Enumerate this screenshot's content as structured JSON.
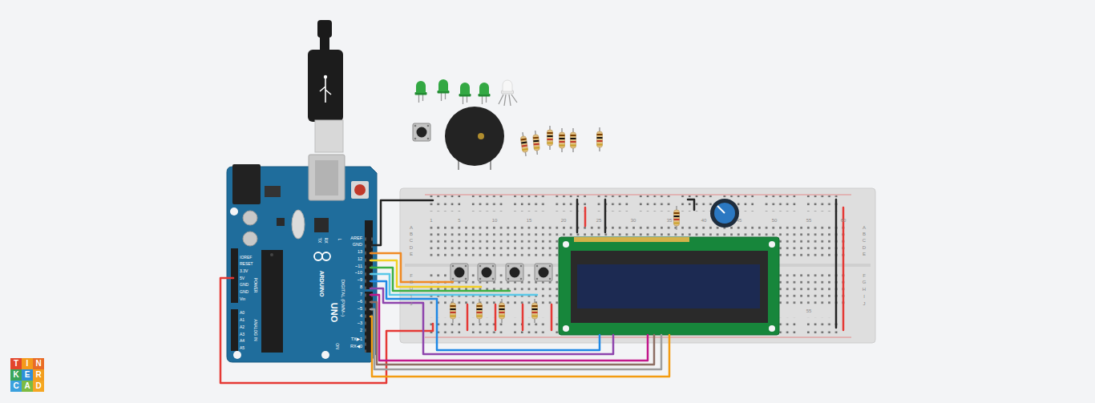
{
  "diagram": {
    "labels": [
      "AREF",
      "GND",
      "13",
      "12",
      "~11",
      "~10",
      "~9",
      "8",
      "7",
      "~6",
      "~5",
      "4",
      "~3",
      "2",
      "TX▶1",
      "RX◀0",
      "DIGITAL (PWM~)",
      "UNO",
      "ARDUINO",
      "ON",
      "TX",
      "RX",
      "L",
      "IOREF",
      "RESET",
      "3.3V",
      "5V",
      "GND",
      "GND",
      "Vin",
      "POWER",
      "A0",
      "A1",
      "A2",
      "A3",
      "A4",
      "A5",
      "ANALOG IN",
      "1",
      "5",
      "10",
      "15",
      "20",
      "25",
      "30",
      "35",
      "40",
      "45",
      "50",
      "55",
      "60",
      "A",
      "B",
      "C",
      "D",
      "E",
      "F",
      "G",
      "H",
      "I",
      "J",
      "A",
      "B",
      "C",
      "D",
      "E",
      "F",
      "G",
      "H",
      "I",
      "J",
      "55",
      "T",
      "I",
      "N",
      "K",
      "E",
      "R",
      "C",
      "A",
      "D"
    ]
  }
}
